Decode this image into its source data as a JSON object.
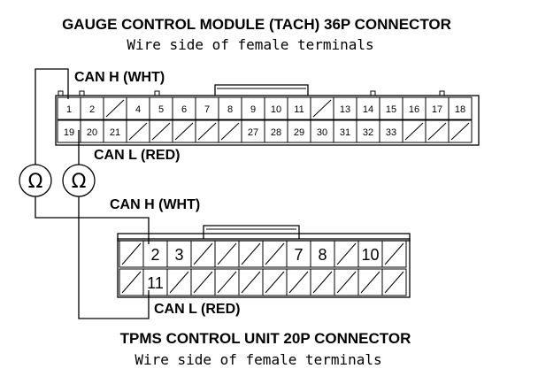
{
  "top_connector": {
    "title": "GAUGE CONTROL MODULE (TACH) 36P CONNECTOR",
    "subtitle": "Wire side of female terminals",
    "row1": [
      "1",
      "2",
      "",
      "4",
      "5",
      "6",
      "7",
      "8",
      "9",
      "10",
      "11",
      "",
      "13",
      "14",
      "15",
      "16",
      "17",
      "18"
    ],
    "row2": [
      "19",
      "20",
      "21",
      "",
      "",
      "",
      "",
      "",
      "27",
      "28",
      "29",
      "30",
      "31",
      "32",
      "33",
      "",
      "",
      ""
    ]
  },
  "bottom_connector": {
    "title": "TPMS CONTROL UNIT 20P CONNECTOR",
    "subtitle": "Wire side of female terminals",
    "row1": [
      "",
      "2",
      "3",
      "",
      "",
      "",
      "",
      "7",
      "8",
      "",
      "10",
      ""
    ],
    "row2": [
      "",
      "11",
      "",
      "",
      "",
      "",
      "",
      "",
      "",
      "",
      "",
      ""
    ]
  },
  "wire_labels": {
    "top_can_h": "CAN H (WHT)",
    "top_can_l": "CAN L (RED)",
    "bottom_can_h": "CAN H (WHT)",
    "bottom_can_l": "CAN L (RED)"
  },
  "meters": {
    "left_symbol": "Ω",
    "right_symbol": "Ω"
  }
}
